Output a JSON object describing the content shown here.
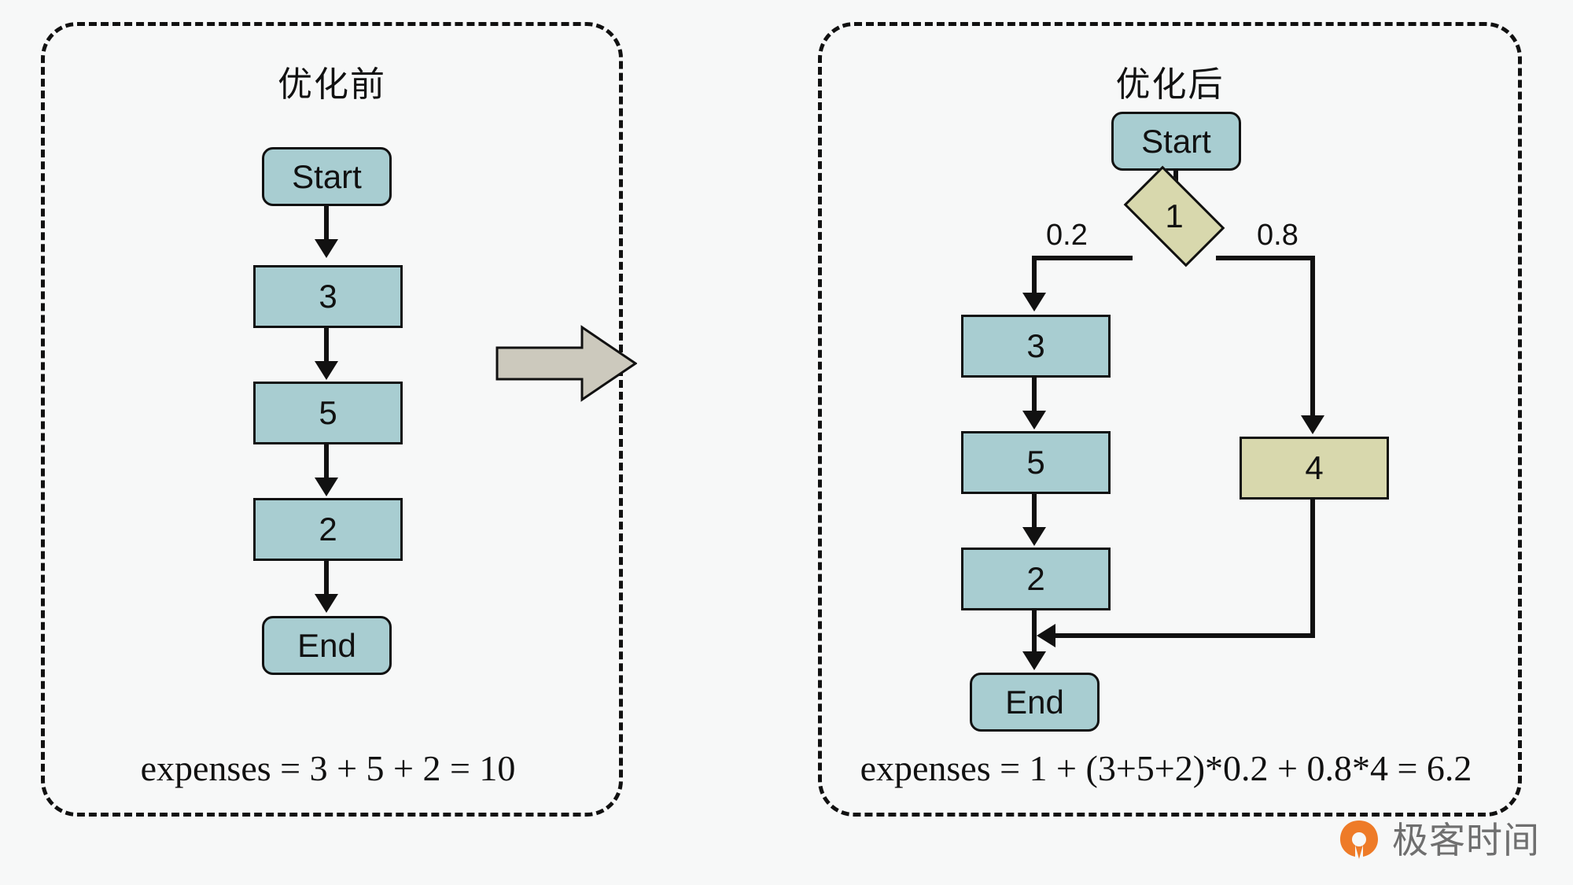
{
  "diagram": {
    "panels": [
      {
        "id": "before",
        "title": "优化前",
        "formula": "expenses = 3 + 5 + 2 = 10",
        "nodes": [
          {
            "id": "start",
            "label": "Start",
            "shape": "rounded",
            "color": "#a8cdd1"
          },
          {
            "id": "n3",
            "label": "3",
            "shape": "rect",
            "color": "#a8cdd1"
          },
          {
            "id": "n5",
            "label": "5",
            "shape": "rect",
            "color": "#a8cdd1"
          },
          {
            "id": "n2",
            "label": "2",
            "shape": "rect",
            "color": "#a8cdd1"
          },
          {
            "id": "end",
            "label": "End",
            "shape": "rounded",
            "color": "#a8cdd1"
          }
        ],
        "edges": [
          {
            "from": "start",
            "to": "n3",
            "label": ""
          },
          {
            "from": "n3",
            "to": "n5",
            "label": ""
          },
          {
            "from": "n5",
            "to": "n2",
            "label": ""
          },
          {
            "from": "n2",
            "to": "end",
            "label": ""
          }
        ]
      },
      {
        "id": "after",
        "title": "优化后",
        "formula": "expenses = 1 + (3+5+2)*0.2 + 0.8*4 = 6.2",
        "nodes": [
          {
            "id": "start",
            "label": "Start",
            "shape": "rounded",
            "color": "#a8cdd1"
          },
          {
            "id": "decision",
            "label": "1",
            "shape": "diamond",
            "color": "#d8d8ad"
          },
          {
            "id": "n3",
            "label": "3",
            "shape": "rect",
            "color": "#a8cdd1"
          },
          {
            "id": "n5",
            "label": "5",
            "shape": "rect",
            "color": "#a8cdd1"
          },
          {
            "id": "n2",
            "label": "2",
            "shape": "rect",
            "color": "#a8cdd1"
          },
          {
            "id": "n4",
            "label": "4",
            "shape": "rect",
            "color": "#d8d8ad"
          },
          {
            "id": "end",
            "label": "End",
            "shape": "rounded",
            "color": "#a8cdd1"
          }
        ],
        "edges": [
          {
            "from": "start",
            "to": "decision",
            "label": ""
          },
          {
            "from": "decision",
            "to": "n3",
            "label": "0.2"
          },
          {
            "from": "decision",
            "to": "n4",
            "label": "0.8"
          },
          {
            "from": "n3",
            "to": "n5",
            "label": ""
          },
          {
            "from": "n5",
            "to": "n2",
            "label": ""
          },
          {
            "from": "n2",
            "to": "end",
            "label": ""
          },
          {
            "from": "n4",
            "to": "end",
            "label": ""
          }
        ]
      }
    ],
    "transition_arrow": {
      "direction": "right",
      "color": "#ccc9bd"
    }
  },
  "watermark": {
    "text": "极客时间",
    "mark_color": "#ee7b28",
    "text_color": "#6f6f6f"
  },
  "colors": {
    "teal_fill": "#a8cdd1",
    "olive_fill": "#d8d8ad",
    "stroke": "#111111",
    "background": "#f7f8f8",
    "arrow_gray": "#ccc9bd"
  }
}
